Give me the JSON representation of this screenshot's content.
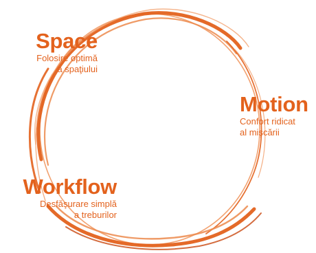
{
  "colors": {
    "accent": "#e3621d",
    "accent_light": "#f2a271",
    "accent_dark": "#c9470f"
  },
  "labels": {
    "space": {
      "title": "Space",
      "line1": "Folosire optimă",
      "line2": "a spaţiului"
    },
    "motion": {
      "title": "Motion",
      "line1": "Confort ridicat",
      "line2": "al mişcării"
    },
    "workflow": {
      "title": "Workflow",
      "line1": "Desfăşurare simplă",
      "line2": "a treburilor"
    }
  }
}
